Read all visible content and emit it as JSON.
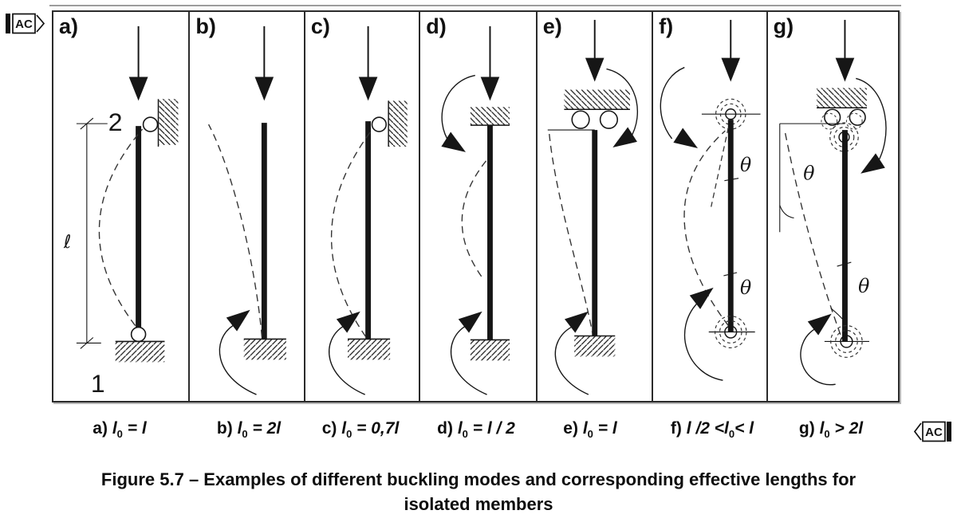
{
  "markers": {
    "open_label": "AC",
    "close_label": "AC"
  },
  "figure": {
    "caption_line1": "Figure 5.7 – Examples of different buckling modes and corresponding effective lengths for",
    "caption_line2": "isolated members"
  },
  "panels": [
    {
      "letter": "a)",
      "formula": {
        "before": "l",
        "sub": "0",
        "after": " = l"
      },
      "annotations": {
        "top_node": "2",
        "bottom_node": "1",
        "length": "ℓ"
      }
    },
    {
      "letter": "b)",
      "formula": {
        "before": "l",
        "sub": "0",
        "after": " = 2l"
      }
    },
    {
      "letter": "c)",
      "formula": {
        "before": "l",
        "sub": "0",
        "after": " = 0,7l"
      }
    },
    {
      "letter": "d)",
      "formula": {
        "before": "l",
        "sub": "0",
        "after": " = l / 2"
      }
    },
    {
      "letter": "e)",
      "formula": {
        "before": "l",
        "sub": "0",
        "after": " = l"
      }
    },
    {
      "letter": "f)",
      "formula": {
        "before": "l /2 <l",
        "sub": "0",
        "after": "< l"
      },
      "annotations": {
        "theta_top": "θ",
        "theta_bottom": "θ"
      }
    },
    {
      "letter": "g)",
      "formula": {
        "before": "l",
        "sub": "0",
        "after": " > 2l"
      },
      "annotations": {
        "theta_top": "θ",
        "theta_bottom": "θ"
      }
    }
  ],
  "colors": {
    "ink": "#1c1c1c",
    "border": "#2b2b2b",
    "change_bar": "#9c9c9c"
  }
}
